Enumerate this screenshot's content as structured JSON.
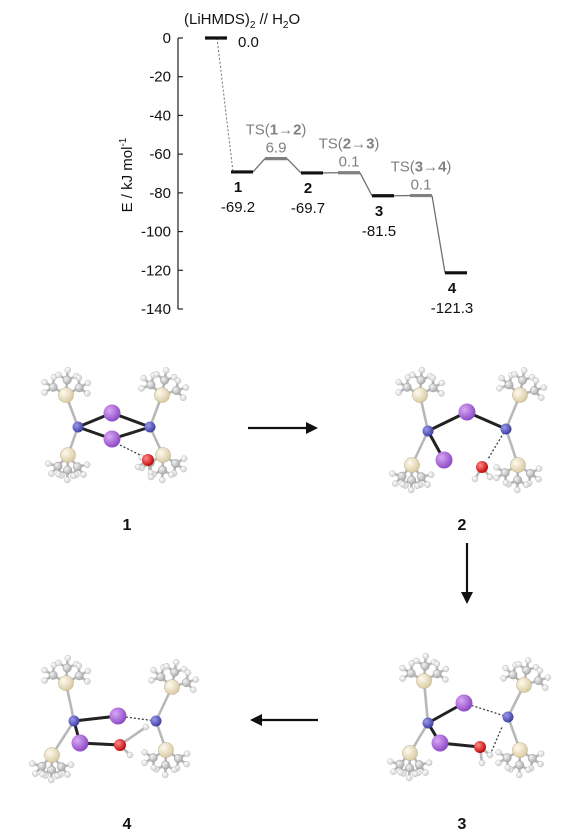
{
  "energy_diagram": {
    "top_label": "(LiHMDS)",
    "top_label_sub": "2",
    "top_label_tail": " // H",
    "top_label_sub2": "2",
    "top_label_end": "O",
    "y_axis": {
      "label": "E / kJ mol",
      "label_sup": "-1",
      "ticks": [
        "0",
        "-20",
        "-40",
        "-60",
        "-80",
        "-100",
        "-120",
        "-140"
      ],
      "min": -140,
      "max": 0
    },
    "levels": [
      {
        "id": "start",
        "type": "minimum",
        "name": "",
        "value_label": "0.0",
        "energy": 0.0
      },
      {
        "id": "1",
        "type": "minimum",
        "name": "1",
        "value_label": "-69.2",
        "energy": -69.2
      },
      {
        "id": "ts12",
        "type": "ts",
        "name_pre": "TS(",
        "name_a": "1",
        "arrow": "→",
        "name_b": "2",
        "name_post": ")",
        "value_label": "6.9",
        "energy": -62.3
      },
      {
        "id": "2",
        "type": "minimum",
        "name": "2",
        "value_label": "-69.7",
        "energy": -69.7
      },
      {
        "id": "ts23",
        "type": "ts",
        "name_pre": "TS(",
        "name_a": "2",
        "arrow": "→",
        "name_b": "3",
        "name_post": ")",
        "value_label": "0.1",
        "energy": -69.6
      },
      {
        "id": "3",
        "type": "minimum",
        "name": "3",
        "value_label": "-81.5",
        "energy": -81.5
      },
      {
        "id": "ts34",
        "type": "ts",
        "name_pre": "TS(",
        "name_a": "3",
        "arrow": "→",
        "name_b": "4",
        "name_post": ")",
        "value_label": "0.1",
        "energy": -81.4
      },
      {
        "id": "4",
        "type": "minimum",
        "name": "4",
        "value_label": "-121.3",
        "energy": -121.3
      }
    ]
  },
  "structures": [
    {
      "id": "s1",
      "label": "1"
    },
    {
      "id": "s2",
      "label": "2"
    },
    {
      "id": "s3",
      "label": "3"
    },
    {
      "id": "s4",
      "label": "4"
    }
  ],
  "colors": {
    "minimum": "#111111",
    "ts": "#808080",
    "connector": "#707070",
    "nitrogen": "#4a4ab8",
    "lithium": "#a45ed8",
    "oxygen": "#d81818",
    "silicon": "#ece2bd",
    "carbon": "#c9c9c9",
    "hydrogen": "#e9e9e9",
    "arrow": "#111111"
  }
}
